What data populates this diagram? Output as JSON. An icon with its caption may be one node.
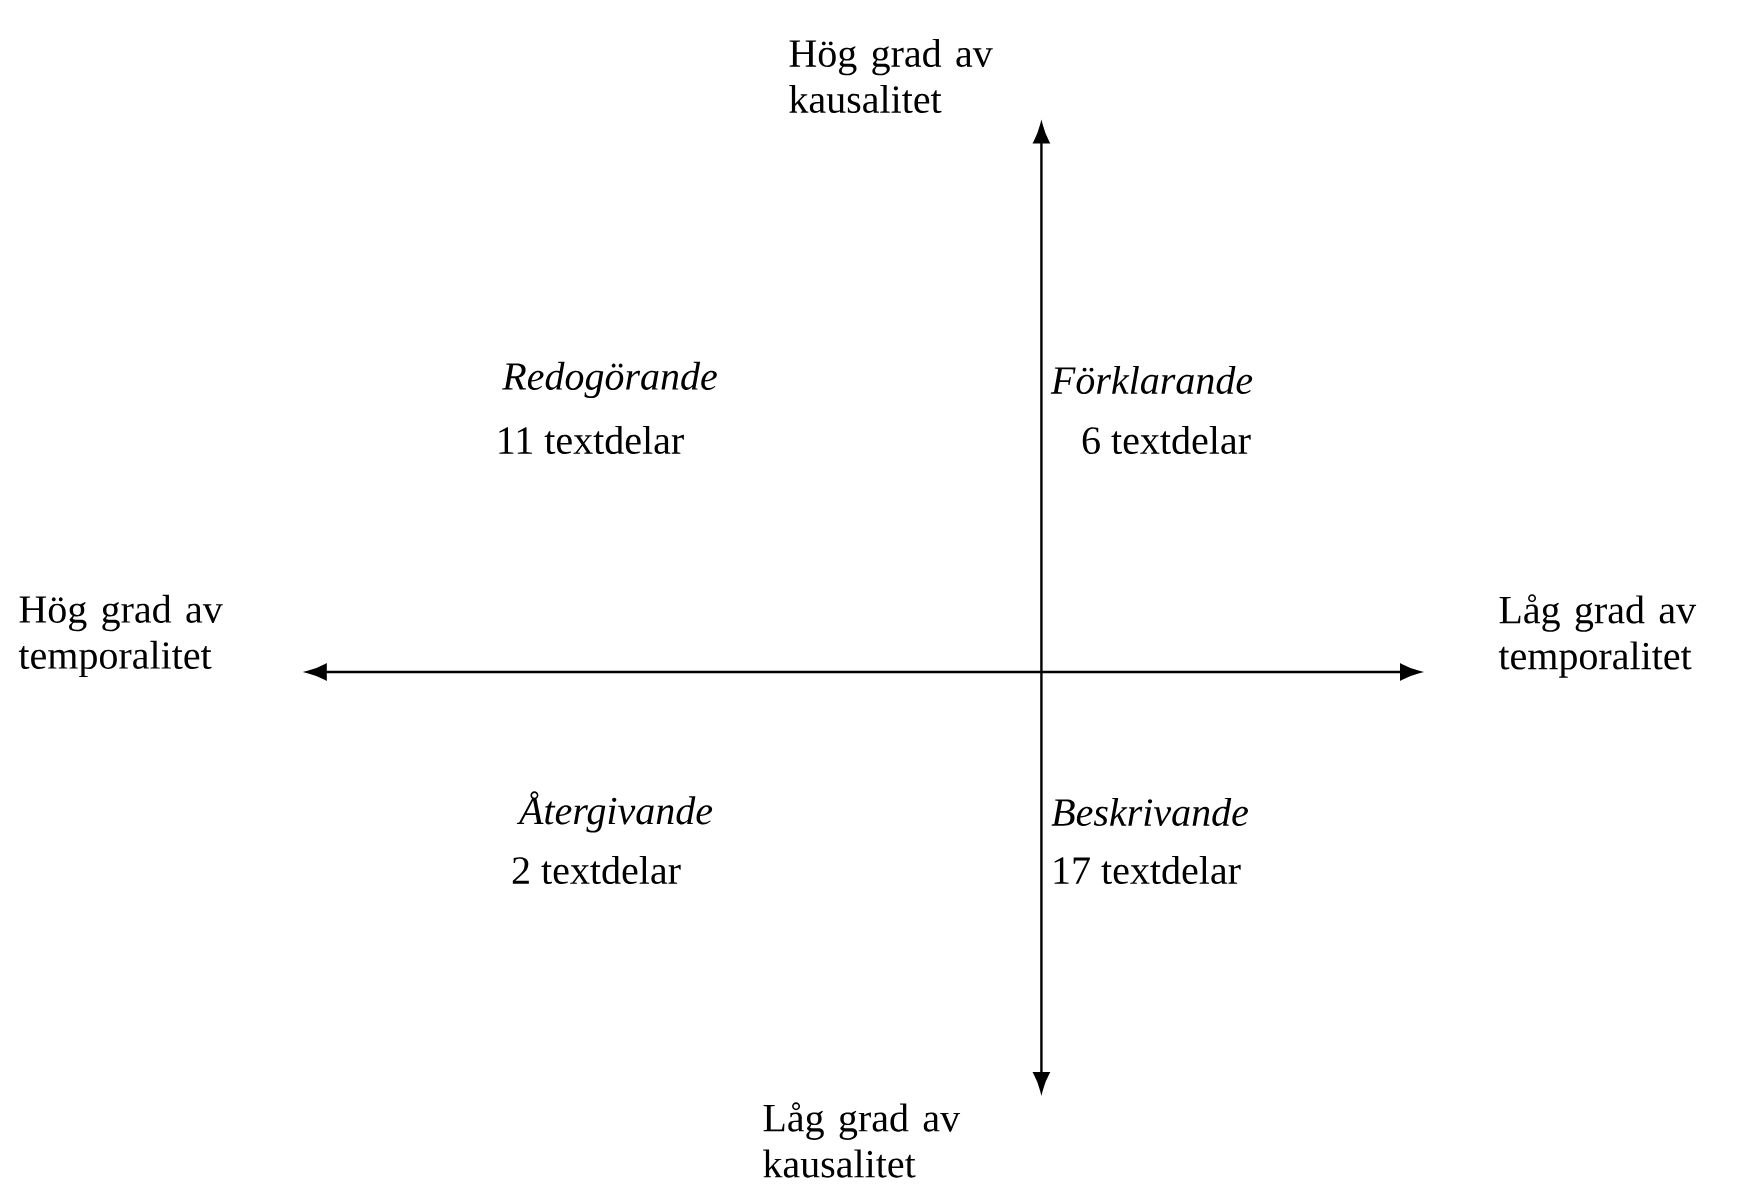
{
  "diagram": {
    "nodes": [
      {
        "text": [
          "Hög grad av kausalitet"
        ]
      },
      {
        "text": [
          "Låg grad av kausalitet"
        ]
      },
      {
        "text": [
          "Hög grad av temporalitet"
        ]
      },
      {
        "text": [
          "Låg grad av temporalitet"
        ]
      }
    ],
    "edges": [
      {
        "from": 0,
        "to": 1,
        "arrow": "both"
      },
      {
        "from": 2,
        "to": 3,
        "arrow": "both"
      }
    ],
    "labels": [
      "Redogörande",
      "11 textdelar",
      "Förklarande",
      "6 textdelar",
      "Återgivande",
      "2 textdelar",
      "Beskrivande",
      "17 textdelar"
    ]
  }
}
